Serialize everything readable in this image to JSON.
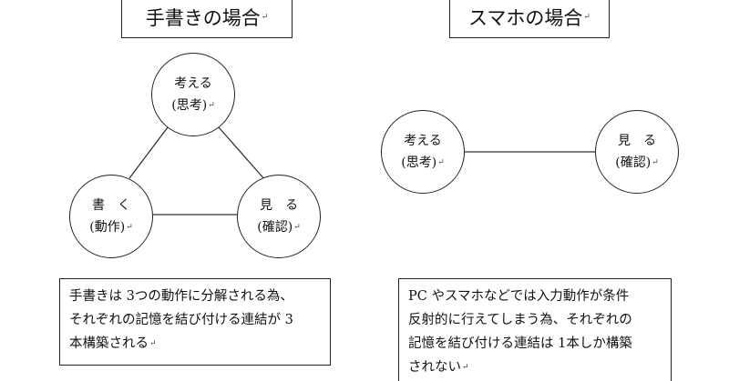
{
  "left": {
    "title": "手書きの場合",
    "nodes": {
      "think": {
        "label": "考える",
        "sub": "(思考)"
      },
      "write": {
        "label": "書　く",
        "sub": "(動作)"
      },
      "see": {
        "label": "見　る",
        "sub": "(確認)"
      }
    },
    "description": [
      "手書きは 3つの動作に分解される為、",
      "それぞれの記憶を結び付ける連結が 3",
      "本構築される"
    ]
  },
  "right": {
    "title": "スマホの場合",
    "nodes": {
      "think": {
        "label": "考える",
        "sub": "(思考)"
      },
      "see": {
        "label": "見　る",
        "sub": "(確認)"
      }
    },
    "description": [
      "PC やスマホなどでは入力動作が条件",
      "反射的に行えてしまう為、それぞれの",
      "記憶を結び付ける連結は 1本しか構築",
      "されない"
    ]
  },
  "return_mark": "↵"
}
